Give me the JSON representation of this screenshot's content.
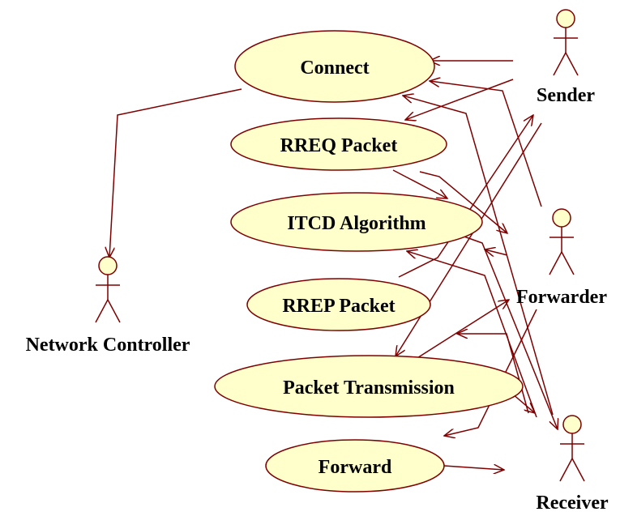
{
  "diagram": {
    "use_cases": [
      {
        "id": "connect",
        "label": "Connect"
      },
      {
        "id": "rreq",
        "label": "RREQ Packet"
      },
      {
        "id": "itcd",
        "label": "ITCD Algorithm"
      },
      {
        "id": "rrep",
        "label": "RREP Packet"
      },
      {
        "id": "transmission",
        "label": "Packet Transmission"
      },
      {
        "id": "forward",
        "label": "Forward"
      }
    ],
    "actors": [
      {
        "id": "sender",
        "label": "Sender"
      },
      {
        "id": "forwarder",
        "label": "Forwarder"
      },
      {
        "id": "receiver",
        "label": "Receiver"
      },
      {
        "id": "controller",
        "label": "Network Controller"
      }
    ]
  },
  "colors": {
    "ellipse_fill": "#ffffcc",
    "line": "#7f0000",
    "text": "#000000"
  }
}
